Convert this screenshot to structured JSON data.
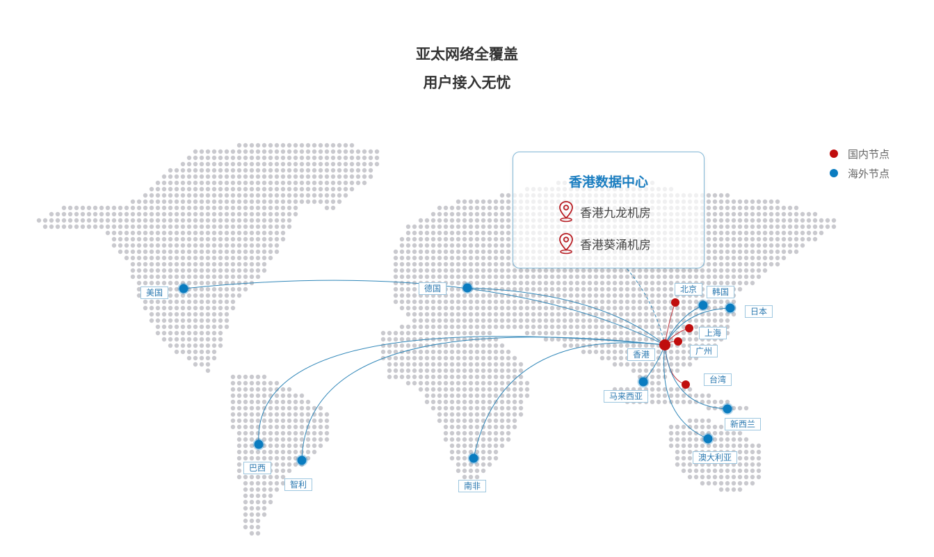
{
  "header": {
    "title_line1": "亚太网络全覆盖",
    "title_line2": "用户接入无忧"
  },
  "legend": [
    {
      "label": "国内节点",
      "color": "#c00d0d"
    },
    {
      "label": "海外节点",
      "color": "#0a7cc0"
    }
  ],
  "info_box": {
    "title": "香港数据中心",
    "rooms": [
      {
        "label": "香港九龙机房",
        "icon": "map-pin-icon"
      },
      {
        "label": "香港葵涌机房",
        "icon": "map-pin-icon"
      }
    ]
  },
  "hub": {
    "label": "香港",
    "type": "domestic"
  },
  "nodes": [
    {
      "label": "北京",
      "type": "domestic"
    },
    {
      "label": "上海",
      "type": "domestic"
    },
    {
      "label": "广州",
      "type": "domestic"
    },
    {
      "label": "台湾",
      "type": "domestic"
    },
    {
      "label": "韩国",
      "type": "overseas"
    },
    {
      "label": "日本",
      "type": "overseas"
    },
    {
      "label": "马来西亚",
      "type": "overseas"
    },
    {
      "label": "新西兰",
      "type": "overseas"
    },
    {
      "label": "澳大利亚",
      "type": "overseas"
    },
    {
      "label": "南非",
      "type": "overseas"
    },
    {
      "label": "德国",
      "type": "overseas"
    },
    {
      "label": "美国",
      "type": "overseas"
    },
    {
      "label": "巴西",
      "type": "overseas"
    },
    {
      "label": "智利",
      "type": "overseas"
    }
  ],
  "colors": {
    "domestic": "#c00d0d",
    "overseas": "#0a7cc0",
    "line_overseas": "#2f86b8",
    "line_domestic": "#c0303a",
    "map_dot": "#c9c9ce"
  }
}
